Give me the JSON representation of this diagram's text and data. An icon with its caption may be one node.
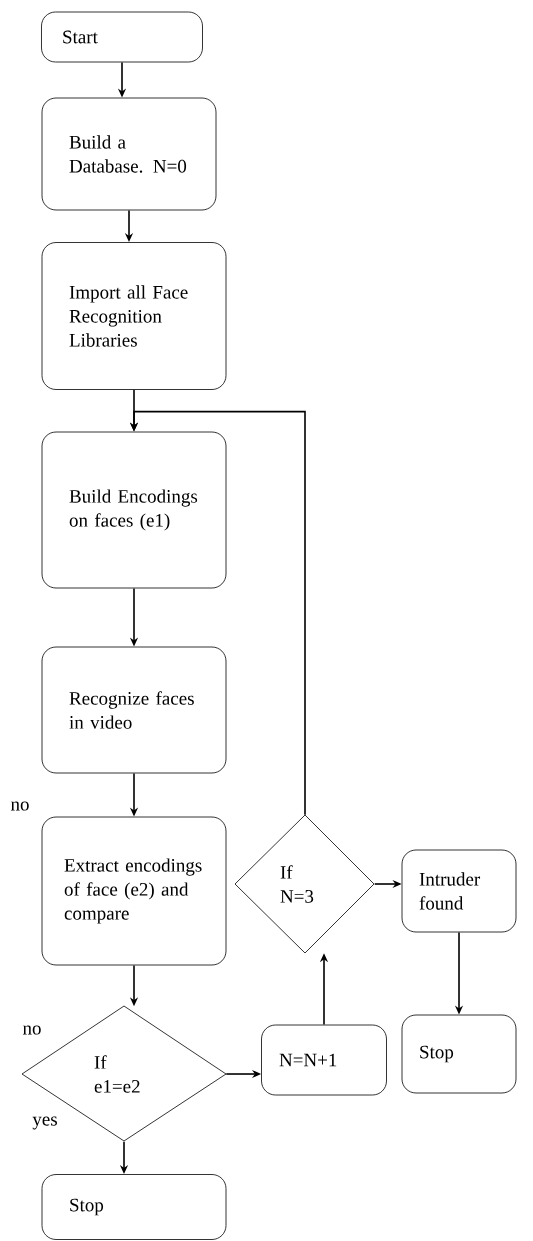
{
  "diagram": {
    "nodes": [
      {
        "text": [
          "Start"
        ]
      },
      {
        "text": [
          "Build a Database. N=0"
        ]
      },
      {
        "text": [
          "Import all Face Recognition Libraries"
        ]
      },
      {
        "text": [
          "Build Encodings on faces (e1)"
        ]
      },
      {
        "text": [
          "Recognize faces in video"
        ]
      },
      {
        "text": [
          "Extract encodings of face (e2) and compare"
        ]
      },
      {
        "text": [
          "If e1=e2"
        ]
      },
      {
        "text": [
          "N=N+1"
        ]
      },
      {
        "text": [
          "If N=3"
        ]
      },
      {
        "text": [
          "Intruder found"
        ]
      },
      {
        "text": [
          "Stop"
        ]
      },
      {
        "text": [
          "Stop"
        ]
      }
    ],
    "edges": [
      {
        "from": 0,
        "to": 1,
        "arrow": "to"
      },
      {
        "from": 1,
        "to": 2,
        "arrow": "to"
      },
      {
        "from": 2,
        "to": 3,
        "arrow": "to"
      },
      {
        "from": 3,
        "to": 4,
        "arrow": "to"
      },
      {
        "from": 4,
        "to": 5,
        "arrow": "to"
      },
      {
        "from": 5,
        "to": 6,
        "arrow": "to"
      },
      {
        "from": 6,
        "to": 11,
        "arrow": "to"
      },
      {
        "from": 6,
        "to": 7,
        "arrow": "to"
      },
      {
        "from": 7,
        "to": 8,
        "arrow": "to"
      },
      {
        "from": 8,
        "to": 9,
        "arrow": "to"
      },
      {
        "from": 9,
        "to": 10,
        "arrow": "to"
      },
      {
        "from": 8,
        "to": 3,
        "arrow": "to"
      }
    ],
    "labels": [
      "no",
      "no",
      "yes"
    ]
  }
}
